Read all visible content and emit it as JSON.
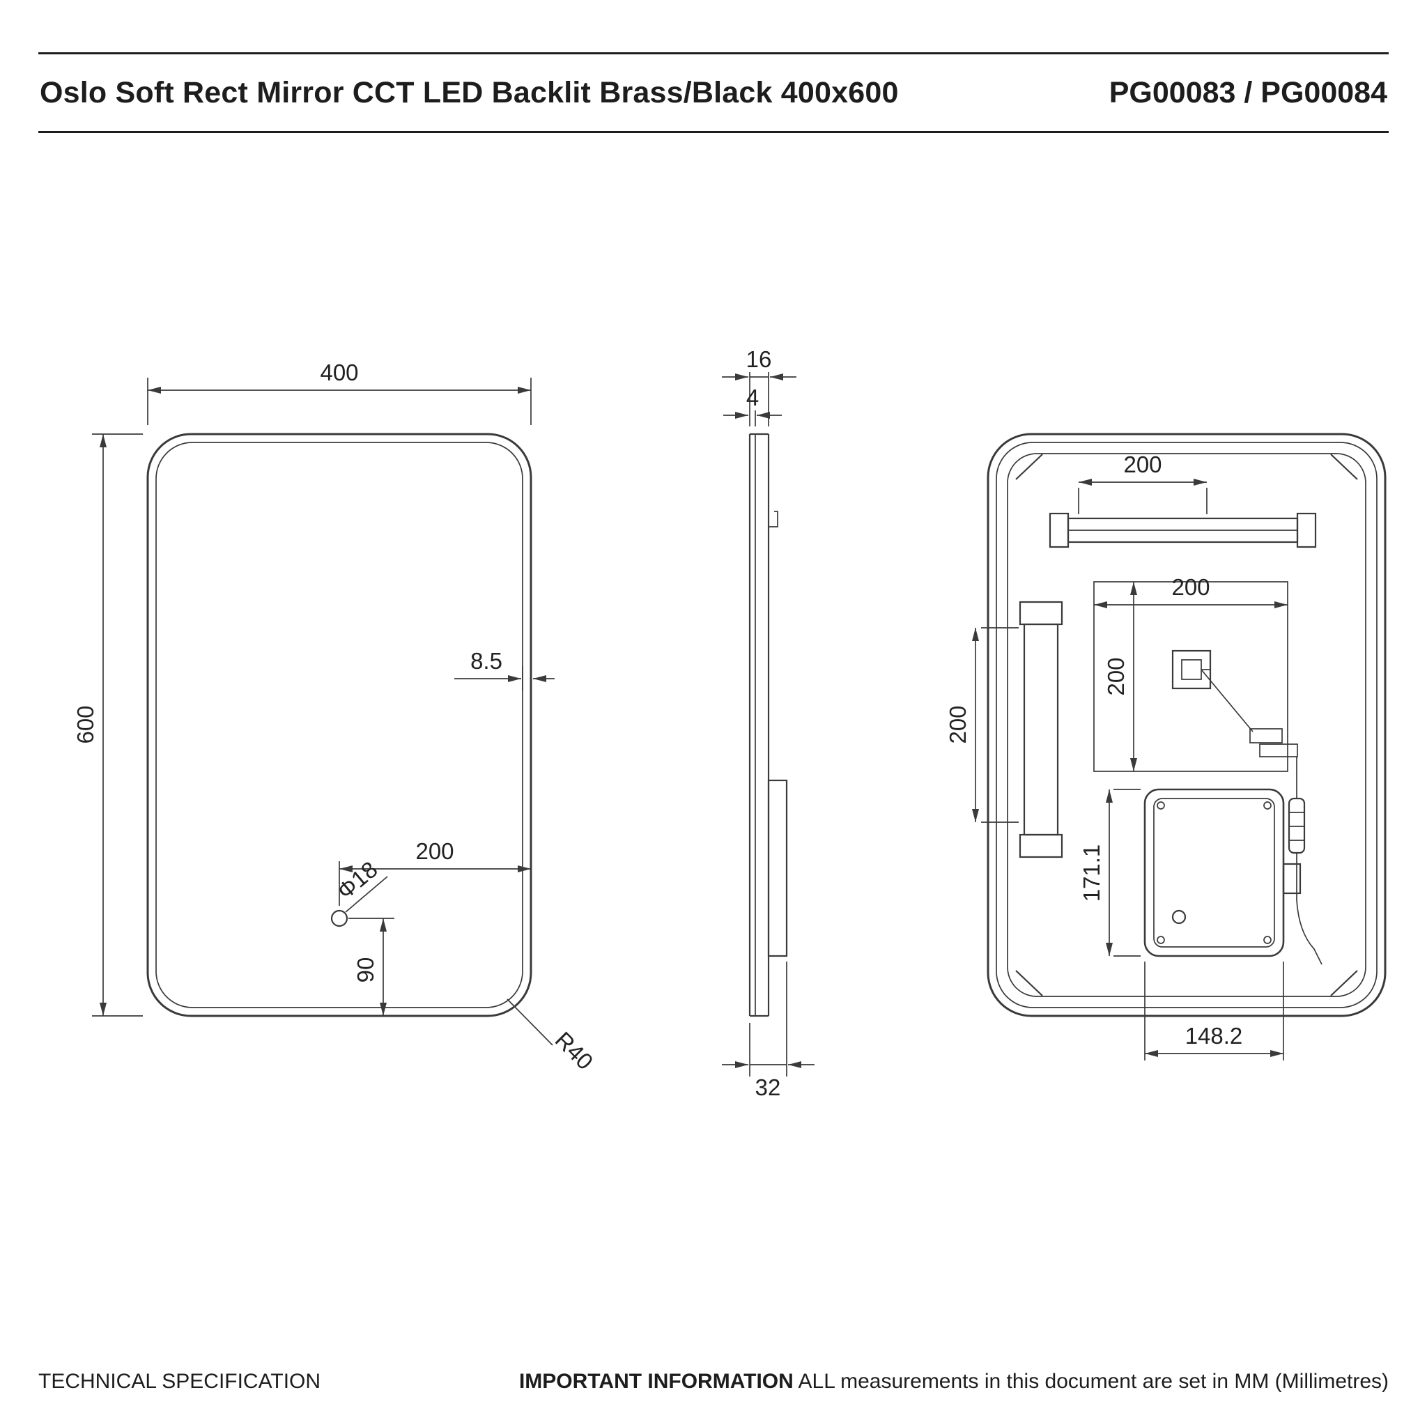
{
  "header": {
    "title": "Oslo Soft Rect Mirror CCT LED Backlit Brass/Black 400x600",
    "code": "PG00083 / PG00084"
  },
  "footer": {
    "section_label": "TECHNICAL SPECIFICATION",
    "important_label": "IMPORTANT INFORMATION",
    "important_text": "ALL measurements in this document are set in MM (Millimetres)"
  },
  "views": {
    "front": {
      "width": "400",
      "height": "600",
      "frame_depth": "8.5",
      "sensor_offset_x": "200",
      "sensor_diameter": "Φ18",
      "sensor_offset_y": "90",
      "corner_radius": "R40"
    },
    "side": {
      "frame_thickness": "16",
      "glass_thickness": "4",
      "total_depth": "32"
    },
    "rear": {
      "bracket_spacing": "200",
      "led_strip_length": "200",
      "cutout_width": "200",
      "cutout_height": "200",
      "driver_box_height": "171.1",
      "driver_box_width": "148.2"
    }
  },
  "colors": {
    "line": "#3a3a3a",
    "text": "#1d1d1d"
  }
}
